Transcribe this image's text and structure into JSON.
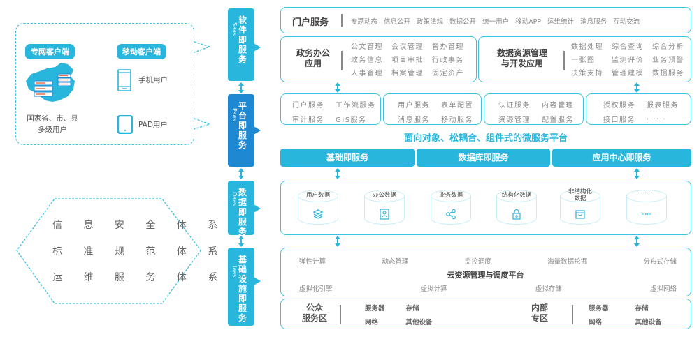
{
  "client_panel": {
    "dedicated": {
      "label": "专网客户端",
      "users_line1": "国家省、市、县",
      "users_line2": "多级用户",
      "map_icon": "china-map-server-icon"
    },
    "mobile": {
      "label": "移动客户端",
      "items": [
        {
          "icon": "mobile-phone-icon",
          "label": "手机用户"
        },
        {
          "icon": "tablet-icon",
          "label": "PAD用户"
        }
      ]
    }
  },
  "systems": [
    "信 息 安 全 体 系",
    "标 准 规 范 体 系",
    "运 维 服 务 体 系"
  ],
  "layers": [
    {
      "cn": "软件即服务",
      "en": "Saas"
    },
    {
      "cn": "平台即服务",
      "en": "Paas"
    },
    {
      "cn": "数据即服务",
      "en": "Daas"
    },
    {
      "cn": "基础设施即服务",
      "en": "Iaas"
    }
  ],
  "saas": {
    "portal": {
      "title": "门户服务",
      "items": [
        "专题动态",
        "信息公开",
        "政策法规",
        "数据公开",
        "统一用户",
        "移动APP",
        "运维统计",
        "消息服务",
        "互动交流"
      ]
    },
    "office": {
      "title_line1": "政务办公",
      "title_line2": "应用",
      "items": [
        "公文管理",
        "会议管理",
        "督办管理",
        "政务信息",
        "项目审批",
        "行政事务",
        "人事管理",
        "档案管理",
        "固定资产"
      ]
    },
    "data_dev": {
      "title_line1": "数据资源管理",
      "title_line2": "与开发应用",
      "items": [
        "数据处理",
        "综合查询",
        "综合分析",
        "一张图",
        "监测评价",
        "业务预警",
        "决策支持",
        "管理建模",
        "数据服务"
      ]
    }
  },
  "paas": {
    "groups": [
      [
        "门户服务",
        "工作流服务",
        "审计服务",
        "GIS服务"
      ],
      [
        "用户服务",
        "表单配置",
        "消息服务",
        "移动服务"
      ],
      [
        "认证服务",
        "内容管理",
        "资源管理",
        "配置服务"
      ],
      [
        "授权服务",
        "报表服务",
        "接口服务",
        "......"
      ]
    ],
    "platform_title": "面向对象、松耦合、组件式的微服务平台",
    "bars": [
      "基础即服务",
      "数据库即服务",
      "应用中心即服务"
    ]
  },
  "daas": {
    "stores": [
      {
        "label": "用户数据",
        "icon": "layers-icon"
      },
      {
        "label": "办公数据",
        "icon": "contact-card-icon"
      },
      {
        "label": "业务数据",
        "icon": "share-nodes-icon"
      },
      {
        "label": "结构化数据",
        "icon": "lock-icon"
      },
      {
        "label": "非结构化数据",
        "icon": "bag-icon"
      },
      {
        "label": "......",
        "icon": "ellipsis-icon"
      }
    ]
  },
  "iaas": {
    "top_row": [
      "弹性计算",
      "动态管理",
      "监控调度",
      "海量数据挖掘",
      "分布式存储"
    ],
    "title": "云资源管理与调度平台",
    "bottom_row": [
      "虚拟化引擎",
      "虚拟计算",
      "虚拟存储",
      "虚拟网络"
    ],
    "zones": [
      {
        "title_line1": "公众",
        "title_line2": "服务区",
        "items": [
          "服务器",
          "存储",
          "网络",
          "其他设备"
        ]
      },
      {
        "title_line1": "内部",
        "title_line2": "专区",
        "items": [
          "服务器",
          "存储",
          "网络",
          "其他设备"
        ]
      }
    ]
  },
  "colors": {
    "accent": "#29b6dc",
    "paas": "#1e88d2",
    "border": "#3cc3e3"
  }
}
